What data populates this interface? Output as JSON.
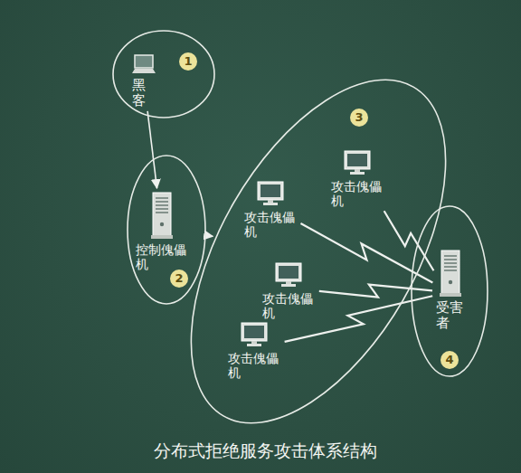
{
  "diagram": {
    "caption": "分布式拒绝服务攻击体系结构",
    "nodes": [
      {
        "text": [
          "1"
        ]
      },
      {
        "text": [
          "黑客"
        ],
        "in": 0
      },
      {
        "text": [
          "2"
        ]
      },
      {
        "text": [
          "控制傀儡机"
        ],
        "in": 2
      },
      {
        "text": [
          "3"
        ]
      },
      {
        "text": [
          "攻击傀儡机"
        ],
        "in": 4
      },
      {
        "text": [
          "攻击傀儡机"
        ],
        "in": 4
      },
      {
        "text": [
          "攻击傀儡机"
        ],
        "in": 4
      },
      {
        "text": [
          "攻击傀儡机"
        ],
        "in": 4
      },
      {
        "text": [
          "4"
        ]
      },
      {
        "text": [
          "受害者"
        ],
        "in": 9
      }
    ],
    "edges": [
      {
        "from": 1,
        "to": 3,
        "arrow": "to"
      },
      {
        "from": 2,
        "to": 4,
        "arrow": "to"
      },
      {
        "from": 5,
        "to": 10,
        "arrow": "none"
      },
      {
        "from": 6,
        "to": 10,
        "arrow": "none"
      },
      {
        "from": 7,
        "to": 10,
        "arrow": "none"
      },
      {
        "from": 8,
        "to": 10,
        "arrow": "none"
      }
    ]
  }
}
